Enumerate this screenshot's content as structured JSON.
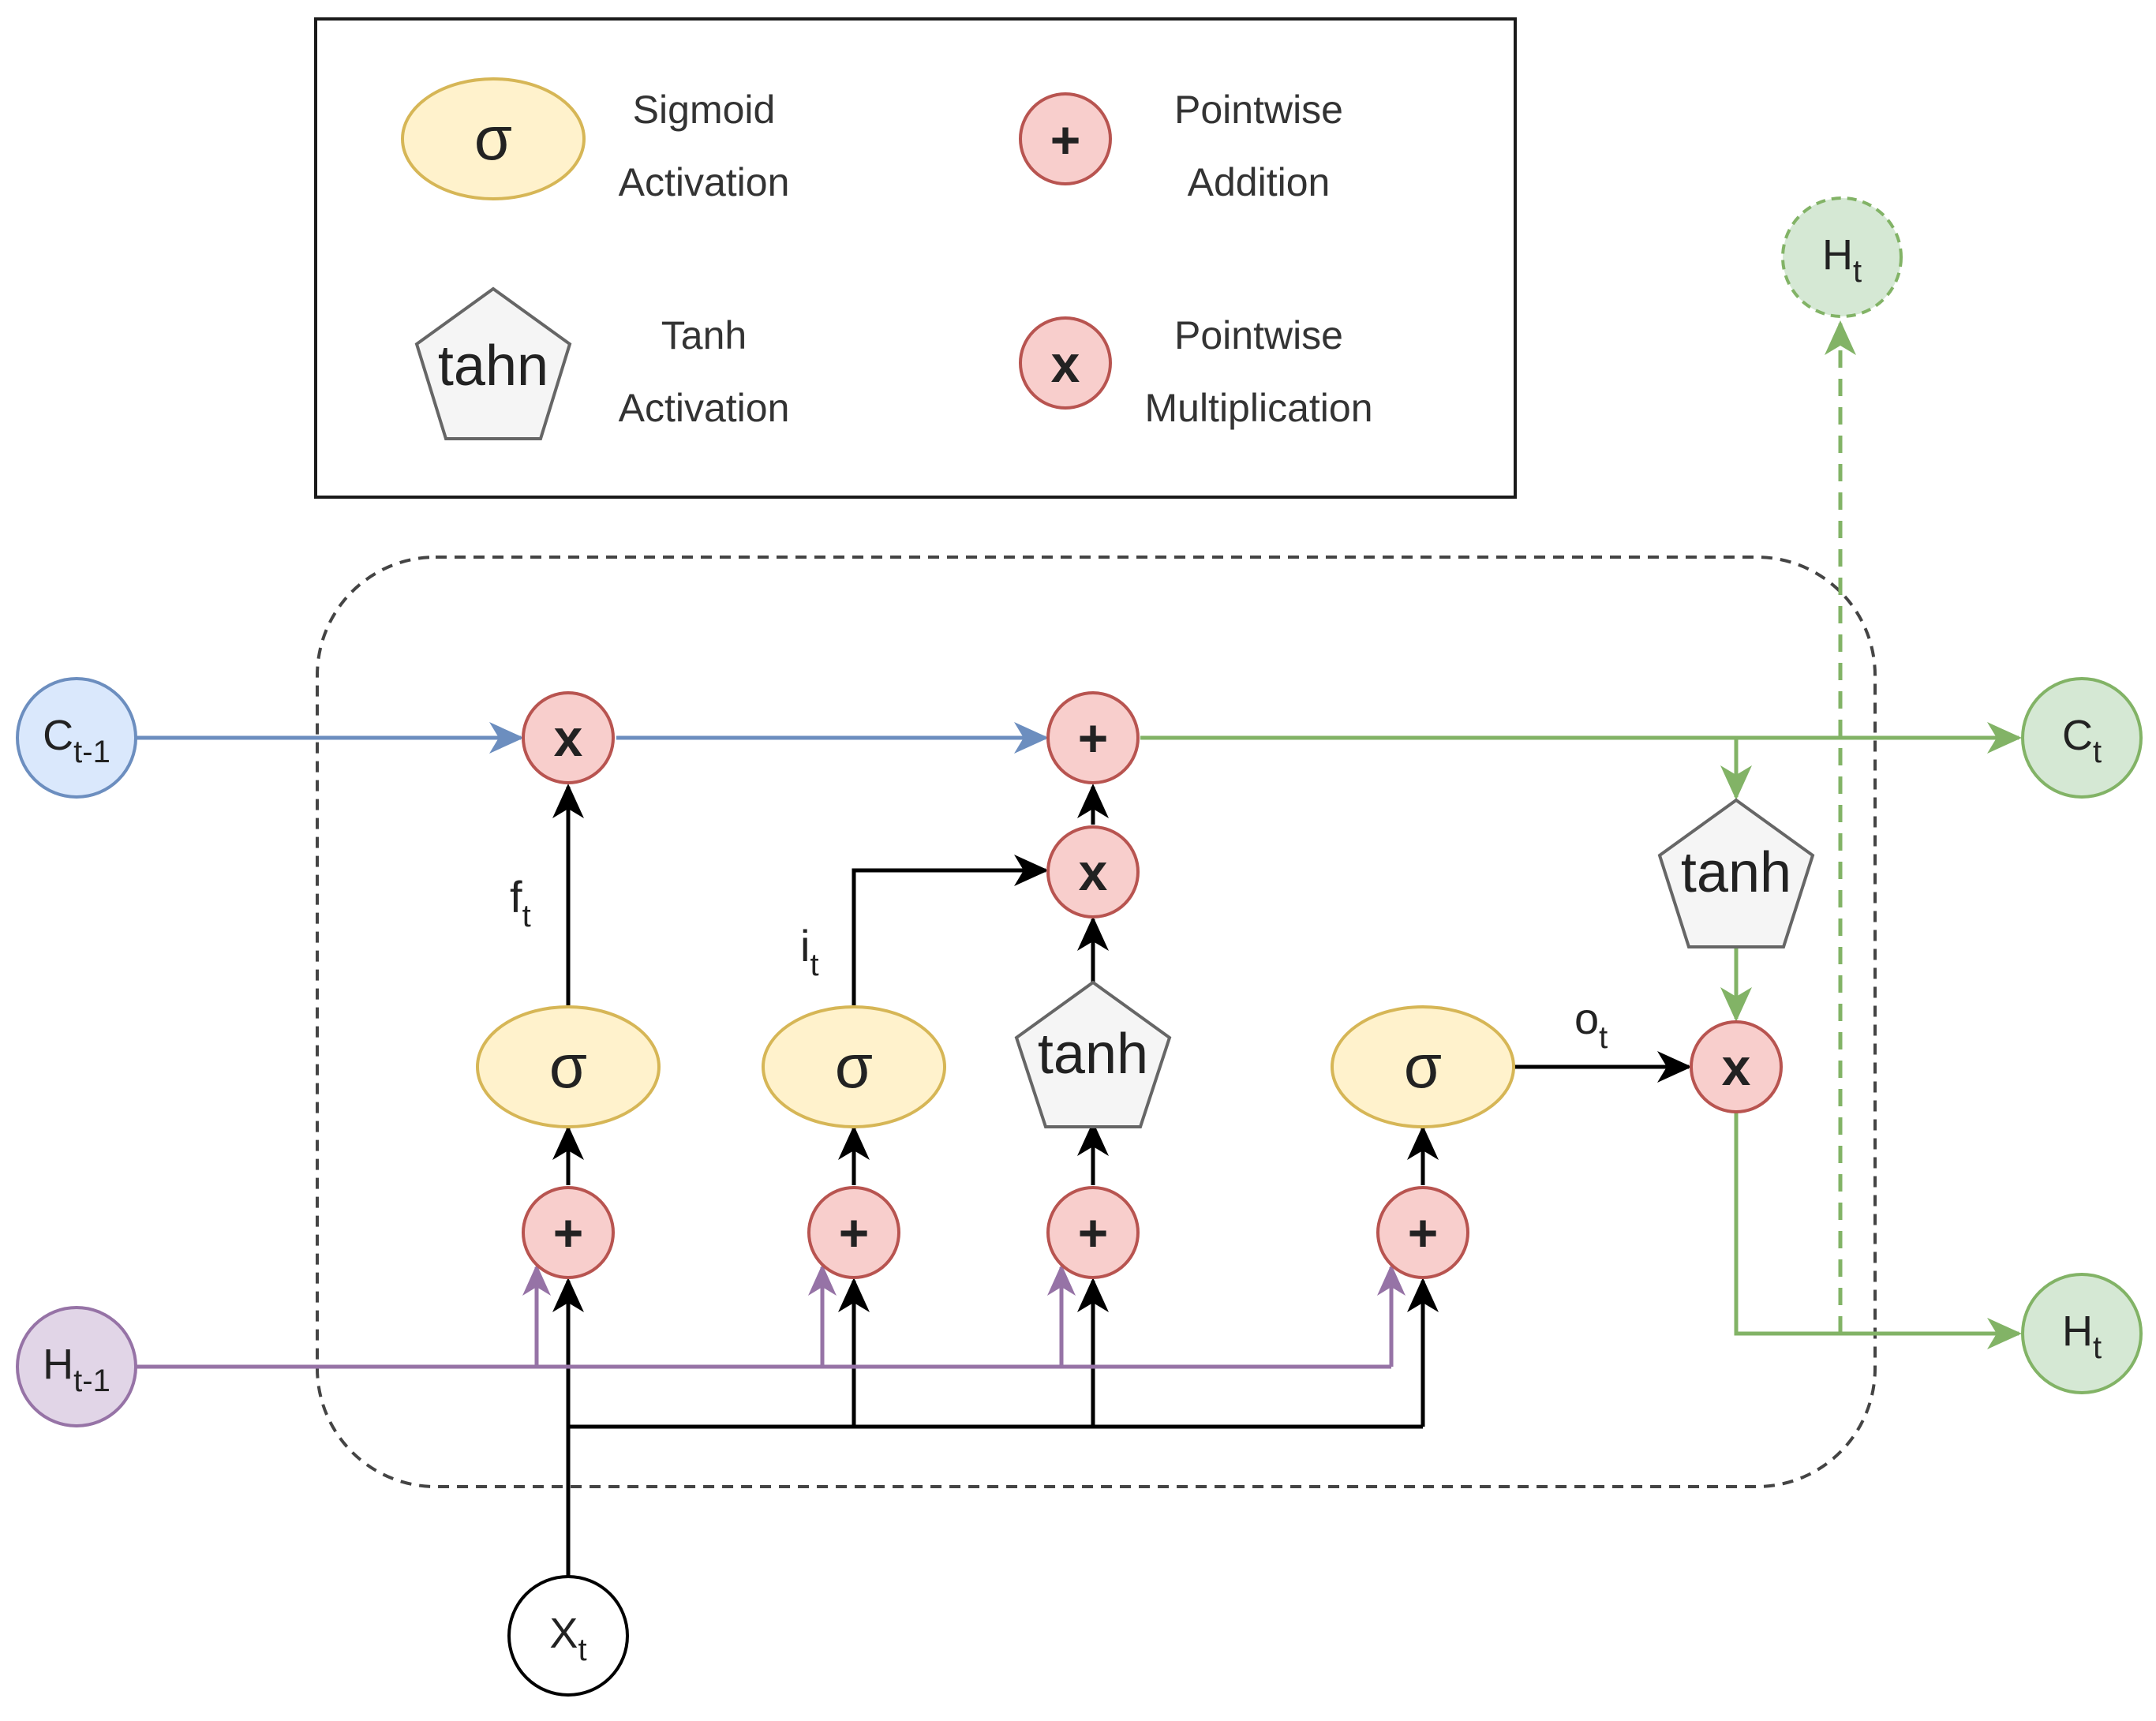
{
  "legend": {
    "sigmoid_symbol": "σ",
    "sigmoid_label_line1": "Sigmoid",
    "sigmoid_label_line2": "Activation",
    "tanh_symbol": "tahn",
    "tanh_label_line1": "Tanh",
    "tanh_label_line2": "Activation",
    "add_symbol": "+",
    "add_label_line1": "Pointwise",
    "add_label_line2": "Addition",
    "mul_symbol": "x",
    "mul_label_line1": "Pointwise",
    "mul_label_line2": "Multiplication"
  },
  "cell": {
    "sigma_symbol": "σ",
    "tanh_symbol": "tanh",
    "add_symbol": "+",
    "mul_symbol": "x"
  },
  "io": {
    "c_prev_main": "C",
    "c_prev_sub": "t-1",
    "h_prev_main": "H",
    "h_prev_sub": "t-1",
    "x_main": "X",
    "x_sub": "t",
    "c_out_main": "C",
    "c_out_sub": "t",
    "h_out_main": "H",
    "h_out_sub": "t",
    "h_up_main": "H",
    "h_up_sub": "t"
  },
  "gates": {
    "forget_main": "f",
    "forget_sub": "t",
    "input_main": "i",
    "input_sub": "t",
    "output_main": "o",
    "output_sub": "t"
  },
  "colors": {
    "cell_state_line": "#6c8ebf",
    "hidden_line": "#9673a6",
    "output_line": "#82b366",
    "op_fill": "#f8cecc",
    "op_stroke": "#b85450",
    "sigma_fill": "#fff2cc",
    "sigma_stroke": "#d6b656",
    "tanh_fill": "#f5f5f5",
    "tanh_stroke": "#666666",
    "c_prev_fill": "#dae8fc",
    "h_prev_fill": "#e1d5e7",
    "h_out_fill": "#d5e8d4"
  }
}
